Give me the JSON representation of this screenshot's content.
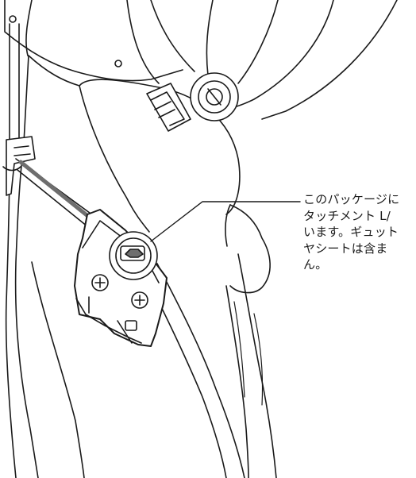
{
  "callout": {
    "lines": [
      "このパッケージに",
      "タッチメント L/",
      "います。ギュット",
      "ヤシートは含ま",
      "ん。"
    ]
  },
  "colors": {
    "line": "#1a1a1a",
    "fill": "#ffffff",
    "shade": "#6e6e6e"
  }
}
